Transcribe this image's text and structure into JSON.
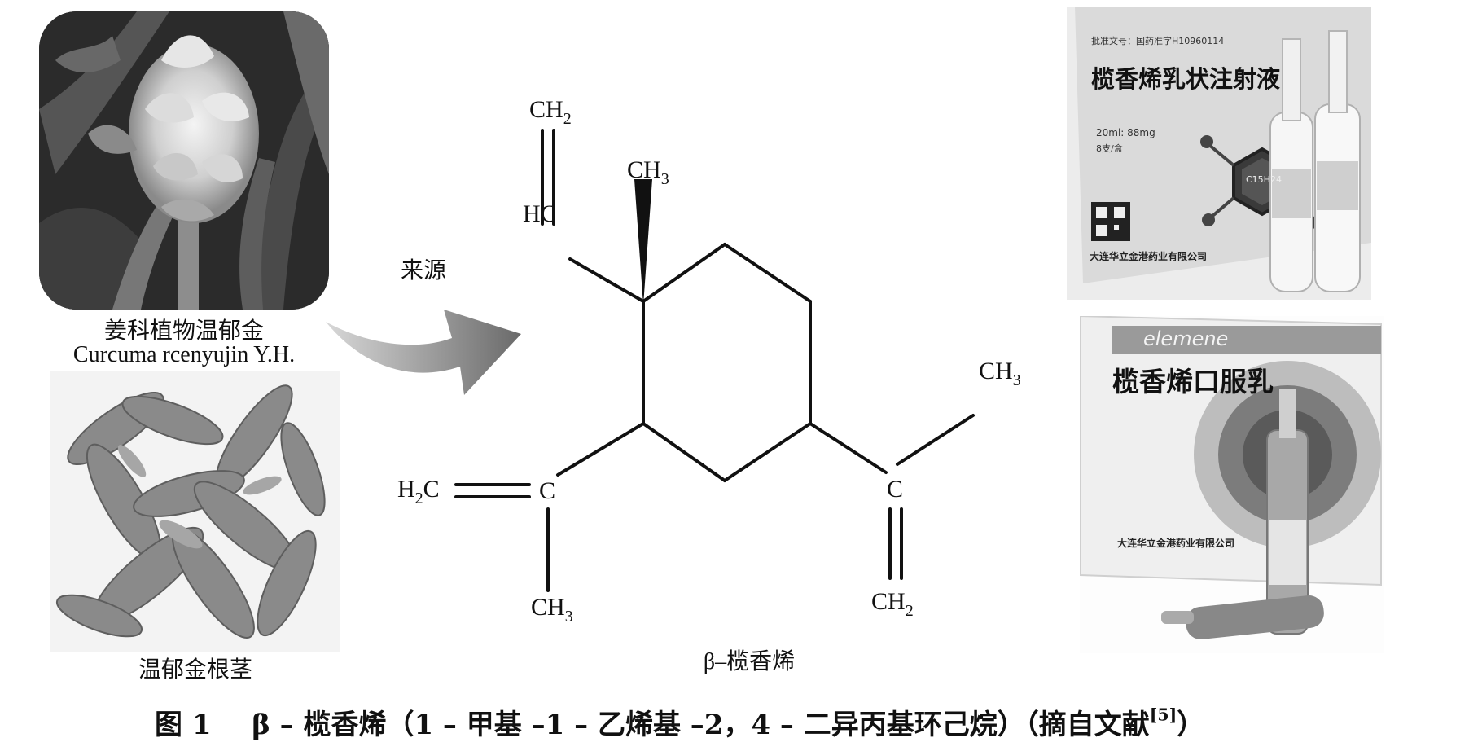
{
  "left": {
    "plant_name_cn": "姜科植物温郁金",
    "plant_name_latin": "Curcuma rcenyujin Y.H.",
    "rhizome_label": "温郁金根茎"
  },
  "arrow": {
    "label": "来源"
  },
  "molecule": {
    "name": "β–榄香烯",
    "atoms": {
      "ch2_top": "CH",
      "ch2_top_sub": "2",
      "ch3_top": "CH",
      "ch3_top_sub": "3",
      "hc": "HC",
      "h2c_left": "H",
      "h2c_left_sub": "2",
      "h2c_left_tail": "C",
      "c_left": "C",
      "ch3_bottom": "CH",
      "ch3_bottom_sub": "3",
      "ch3_right": "CH",
      "ch3_right_sub": "3",
      "c_right": "C",
      "ch2_right": "CH",
      "ch2_right_sub": "2"
    }
  },
  "right": {
    "box1": {
      "approval": "批准文号：国药准字H10960114",
      "title": "榄香烯乳状注射液",
      "spec": "20ml: 88mg",
      "pack": "8支/盒",
      "company": "大连华立金港药业有限公司",
      "formula": "C15H24"
    },
    "box2": {
      "brand": "elemene",
      "title": "榄香烯口服乳",
      "company": "大连华立金港药业有限公司"
    }
  },
  "caption": {
    "figure_no": "图 1",
    "text": "β – 榄香烯（1 – 甲基 –1 – 乙烯基 –2，4 – 二异丙基环己烷）（摘自文献",
    "ref": "[5]",
    "close": "）"
  }
}
